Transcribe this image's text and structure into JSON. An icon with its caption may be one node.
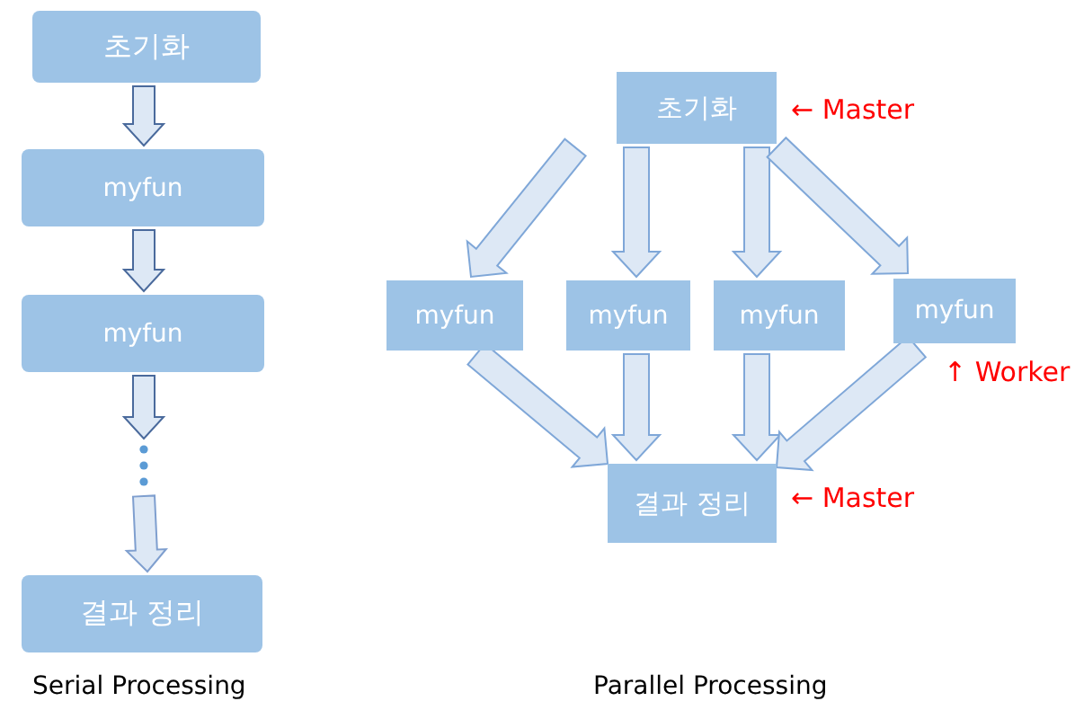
{
  "diagram": {
    "nodes": [
      {
        "text": [
          "초기화"
        ]
      },
      {
        "text": [
          "myfun"
        ]
      },
      {
        "text": [
          "myfun"
        ]
      },
      {
        "text": [],
        "shape": "dots"
      },
      {
        "text": [
          "결과 정리"
        ]
      },
      {
        "text": [
          "초기화"
        ],
        "beside": [
          "← Master"
        ]
      },
      {
        "text": [
          "myfun"
        ]
      },
      {
        "text": [
          "myfun"
        ]
      },
      {
        "text": [
          "myfun"
        ]
      },
      {
        "text": [
          "myfun"
        ],
        "beside": [
          "↑ Worker"
        ]
      },
      {
        "text": [
          "결과 정리"
        ],
        "beside": [
          "← Master"
        ]
      }
    ],
    "edges": [
      {
        "from": 0,
        "to": 1,
        "arrow": "to"
      },
      {
        "from": 1,
        "to": 2,
        "arrow": "to"
      },
      {
        "from": 2,
        "to": 3,
        "arrow": "to"
      },
      {
        "from": 3,
        "to": 4,
        "arrow": "to"
      },
      {
        "from": 5,
        "to": 6,
        "arrow": "to"
      },
      {
        "from": 5,
        "to": 7,
        "arrow": "to"
      },
      {
        "from": 5,
        "to": 8,
        "arrow": "to"
      },
      {
        "from": 5,
        "to": 9,
        "arrow": "to"
      },
      {
        "from": 6,
        "to": 10,
        "arrow": "to"
      },
      {
        "from": 7,
        "to": 10,
        "arrow": "to"
      },
      {
        "from": 8,
        "to": 10,
        "arrow": "to"
      },
      {
        "from": 9,
        "to": 10,
        "arrow": "to"
      }
    ],
    "labels": [
      "Serial Processing",
      "Parallel Processing"
    ]
  }
}
